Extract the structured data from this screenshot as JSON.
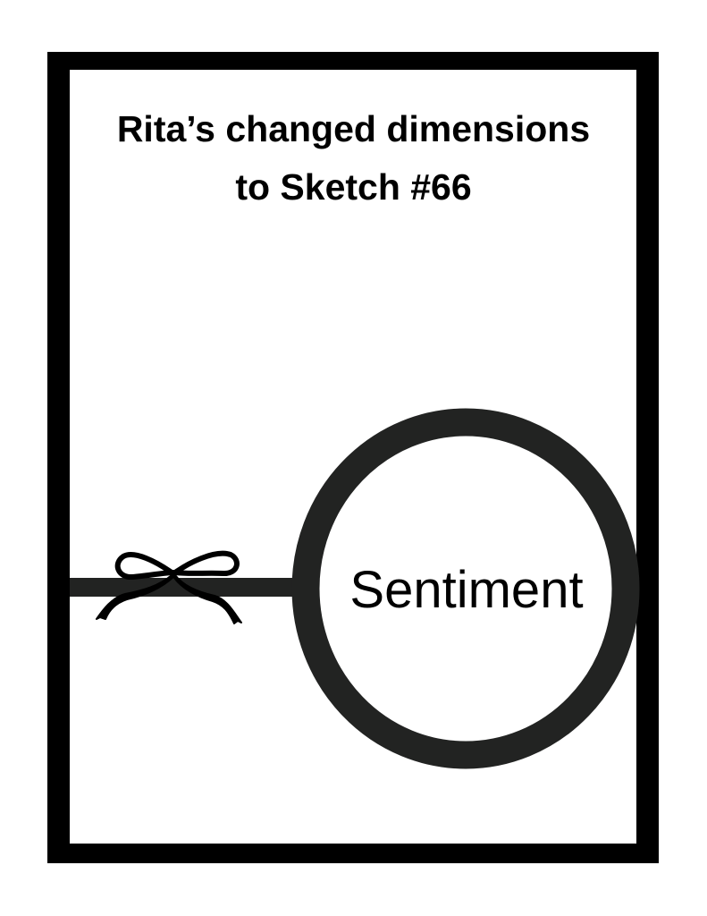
{
  "title": {
    "line1": "Rita’s changed dimensions",
    "line2": "to Sketch #66"
  },
  "circle_label": "Sentiment",
  "colors": {
    "frame": "#000000",
    "shapes": "#222322",
    "bow": "#000000",
    "background": "#ffffff"
  },
  "icons": {
    "bow": "ribbon-bow-icon"
  }
}
